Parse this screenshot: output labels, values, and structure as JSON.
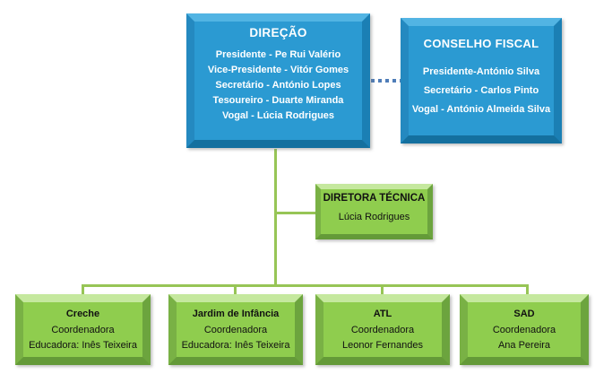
{
  "colors": {
    "box_blue": "#2b9ad2",
    "box_green": "#8fcd4e",
    "connector_green": "#97c556",
    "connector_dotted_blue": "#4f7db8",
    "blue_text": "#ffffff",
    "green_text": "#111111"
  },
  "direcao": {
    "title": "DIREÇÃO",
    "members": [
      "Presidente - Pe Rui Valério",
      "Vice-Presidente - Vitór Gomes",
      "Secretário - António Lopes",
      "Tesoureiro - Duarte Miranda",
      "Vogal - Lúcia Rodrigues"
    ]
  },
  "conselho_fiscal": {
    "title": "CONSELHO FISCAL",
    "members": [
      "Presidente-António Silva",
      "Secretário - Carlos Pinto",
      "Vogal - António Almeida Silva"
    ]
  },
  "diretora_tecnica": {
    "title": "DIRETORA TÉCNICA",
    "name": "Lúcia Rodrigues"
  },
  "departments": [
    {
      "title": "Creche",
      "role": "Coordenadora",
      "person": "Educadora: Inês Teixeira"
    },
    {
      "title": "Jardim de Infância",
      "role": "Coordenadora",
      "person": "Educadora: Inês Teixeira"
    },
    {
      "title": "ATL",
      "role": "Coordenadora",
      "person": "Leonor Fernandes"
    },
    {
      "title": "SAD",
      "role": "Coordenadora",
      "person": "Ana Pereira"
    }
  ]
}
